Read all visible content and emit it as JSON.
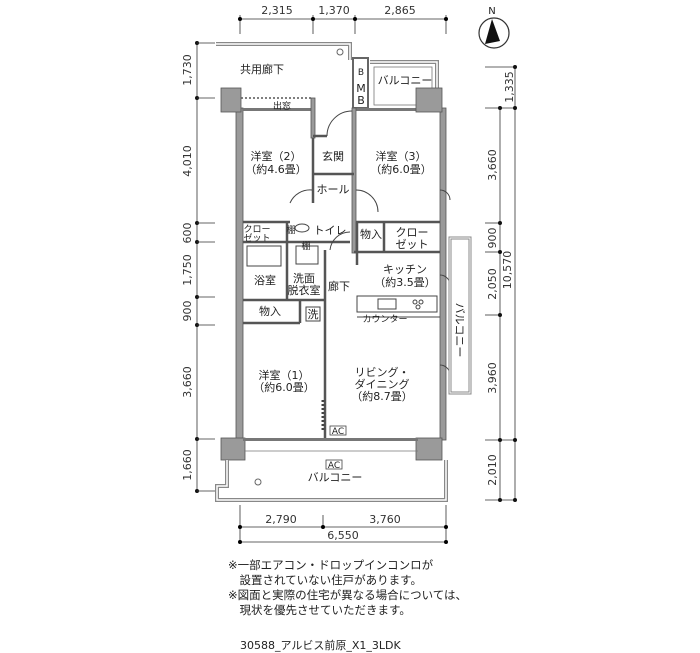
{
  "dimensions": {
    "top": [
      "2,315",
      "1,370",
      "2,865"
    ],
    "left": [
      "1,730",
      "4,010",
      "600",
      "1,750",
      "900",
      "3,660",
      "1,660"
    ],
    "right_inner": [
      "1,335",
      "3,660",
      "900",
      "2,050",
      "3,960",
      "2,010"
    ],
    "right_total": "10,570",
    "bottom_parts": [
      "2,790",
      "3,760"
    ],
    "bottom_total": "6,550"
  },
  "compass": "N",
  "rooms": {
    "common_corridor": "共用廊下",
    "bay_window": "出窓",
    "mb_b1": "B",
    "mb_m": "M",
    "mb_b2": "B",
    "north_balcony": "バルコニー",
    "bedroom2": "洋室（2）",
    "bedroom2_size": "（約4.6畳）",
    "entrance": "玄関",
    "bedroom3": "洋室（3）",
    "bedroom3_size": "（約6.0畳）",
    "hall": "ホール",
    "closet_small_1": "クロー",
    "closet_small_2": "ゼット",
    "shelf1": "棚",
    "toilet": "トイレ",
    "storage1": "物入",
    "closet_1": "クロー",
    "closet_2": "ゼット",
    "shelf2": "棚",
    "bath": "浴室",
    "washroom_1": "洗面",
    "washroom_2": "脱衣室",
    "corridor": "廊下",
    "kitchen": "キッチン",
    "kitchen_size": "（約3.5畳）",
    "storage2": "物入",
    "washer": "洗",
    "counter": "カウンター",
    "east_balcony": "バルコニー",
    "bedroom1": "洋室（1）",
    "bedroom1_size": "（約6.0畳）",
    "living_1": "リビング・",
    "living_2": "ダイニング",
    "living_size": "（約8.7畳）",
    "ac1": "AC",
    "ac2": "AC",
    "south_balcony": "バルコニー"
  },
  "notes": [
    "※一部エアコン・ドロップインコンロが",
    "　設置されていない住戸があります。",
    "※図面と実際の住宅が異なる場合については、",
    "　現状を優先させていただきます。"
  ],
  "caption": "30588_アルビス前原_X1_3LDK"
}
